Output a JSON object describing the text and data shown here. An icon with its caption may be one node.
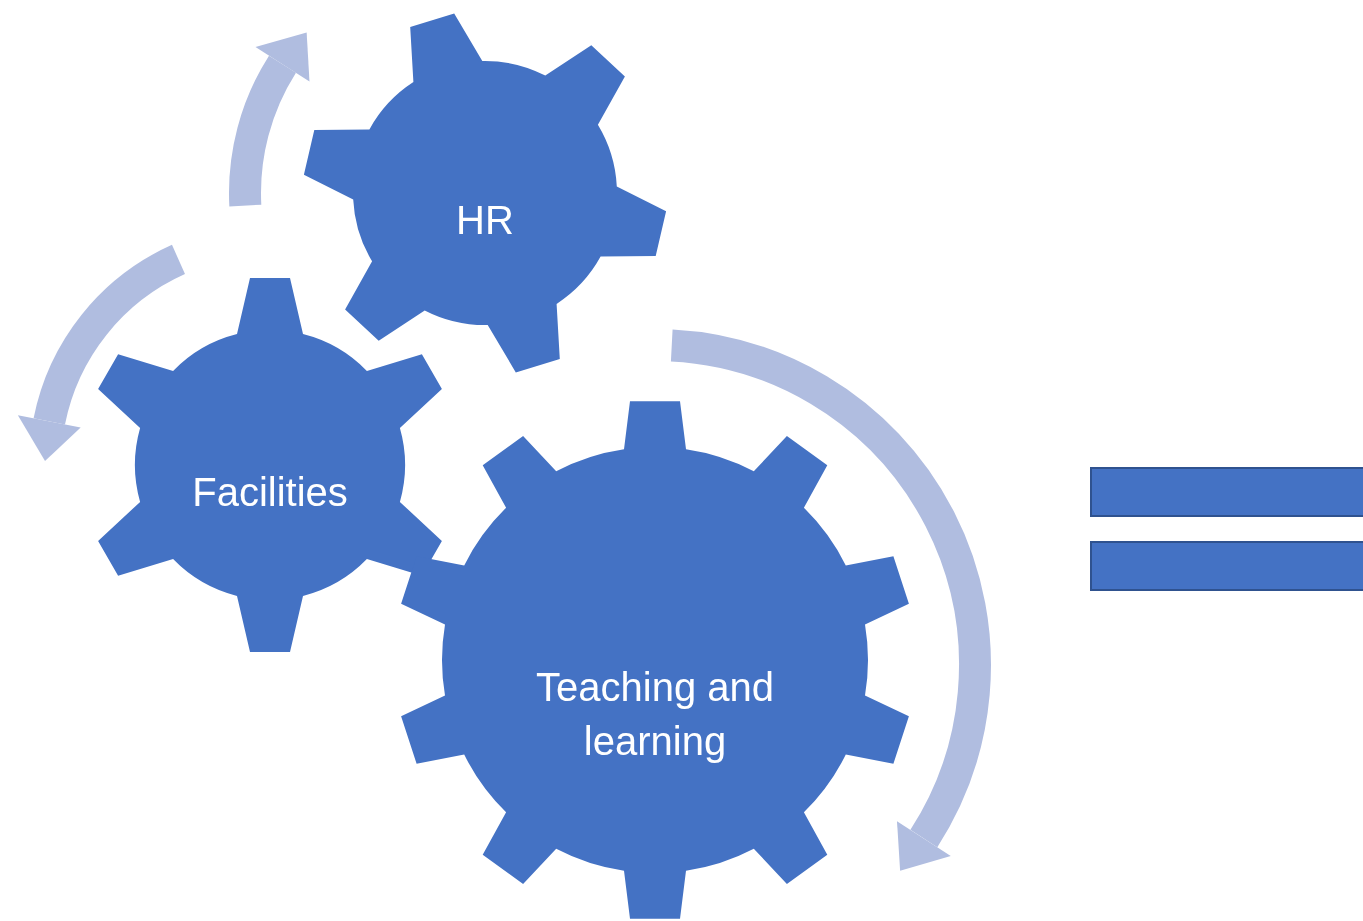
{
  "diagram": {
    "nodes": [
      {
        "text": [
          "HR"
        ]
      },
      {
        "text": [
          "Facilities"
        ]
      },
      {
        "text": [
          "Teaching and learning"
        ]
      }
    ]
  }
}
